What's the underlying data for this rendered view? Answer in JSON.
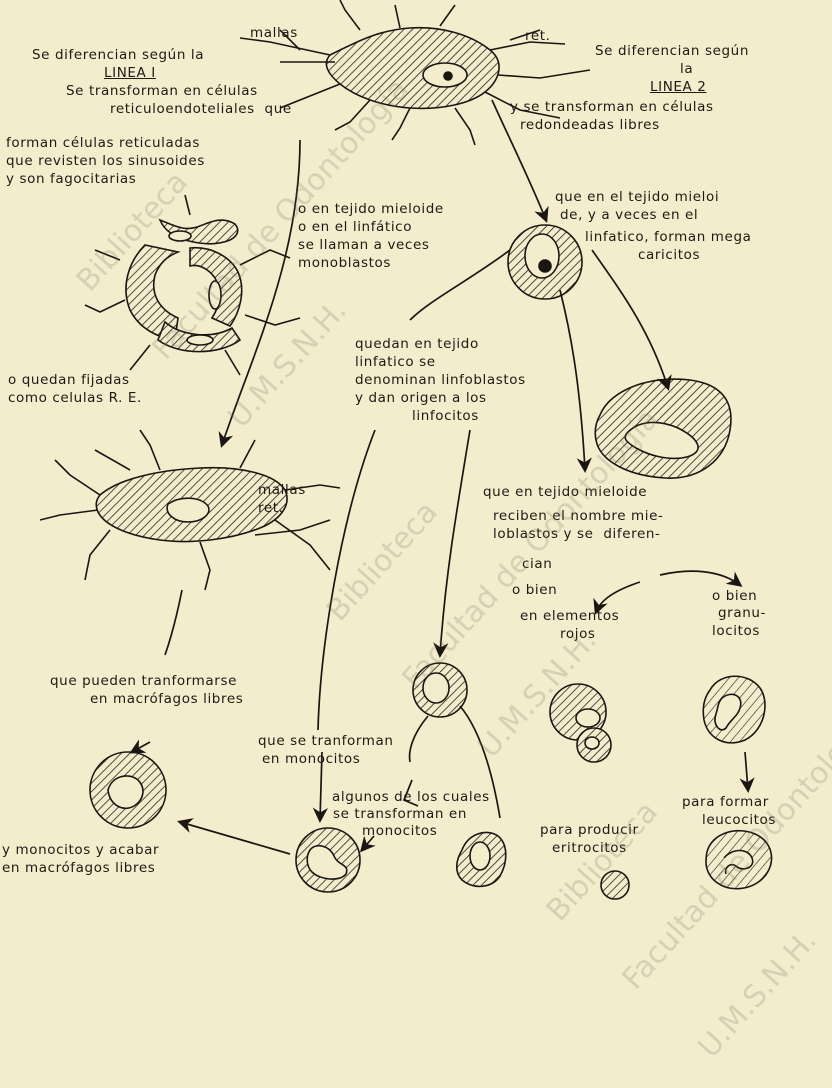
{
  "labels": {
    "mallas_top": "mallas",
    "ret_top": "ret.",
    "left_diff": "Se diferencian según la",
    "linea1": "LINEA I",
    "left_transform_1": "Se transforman en células",
    "left_transform_2": "reticuloendoteliales  que",
    "right_diff_1": "Se diferencian según",
    "right_diff_2": "la",
    "linea2": "LINEA 2",
    "right_transform_1": "y se transforman en células",
    "right_transform_2": "redondeadas libres",
    "forman_1": "forman células reticuladas",
    "forman_2": "que revisten los sinusoides",
    "forman_3": "y son fagocitarias",
    "mieloide_1": "o en tejido mieloide",
    "mieloide_2": "o en el linfático",
    "mieloide_3": "se llaman a veces",
    "mieloide_4": "monoblastos",
    "mega_1": "que en el tejido mieloi",
    "mega_2": "de, y a veces en el",
    "mega_3": "linfatico, forman mega",
    "mega_4": "caricitos",
    "fijadas_1": "o quedan fijadas",
    "fijadas_2": "como celulas R. E.",
    "linfatico_1": "quedan en tejido",
    "linfatico_2": "linfatico se",
    "linfatico_3": "denominan linfoblastos",
    "linfatico_4": "y dan origen a los",
    "linfatico_5": "linfocitos",
    "mallas_mid": "mallas",
    "ret_mid": "ret.",
    "mieloblastos_1": "que en tejido mieloide",
    "mieloblastos_2": "reciben el nombre mie-",
    "mieloblastos_3": "loblastos y se  diferen-",
    "mieloblastos_4": "cian",
    "obien_left": "o bien",
    "rojos_1": "en elementos",
    "rojos_2": "rojos",
    "obien_right": "o bien",
    "granulocitos_1": "granu-",
    "granulocitos_2": "locitos",
    "macrofagos_1": "que pueden tranformarse",
    "macrofagos_2": "en macrófagos libres",
    "monocitos_1": "que se tranforman",
    "monocitos_2": "en monocitos",
    "algunos_1": "algunos de los cuales",
    "algunos_2": "se transforman en",
    "algunos_3": "monocitos",
    "eritro_1": "para producir",
    "eritro_2": "eritrocitos",
    "leuco_1": "para formar",
    "leuco_2": "leucocitos",
    "final_1": "y monocitos y acabar",
    "final_2": "en macrófagos libres"
  },
  "watermark": {
    "line1": "Biblioteca",
    "line2": "Facultad de Odontología",
    "line3": "U.M.S.N.H."
  },
  "colors": {
    "paper": "#f3eccd",
    "ink": "#1a1712",
    "watermark": "#78705a"
  }
}
